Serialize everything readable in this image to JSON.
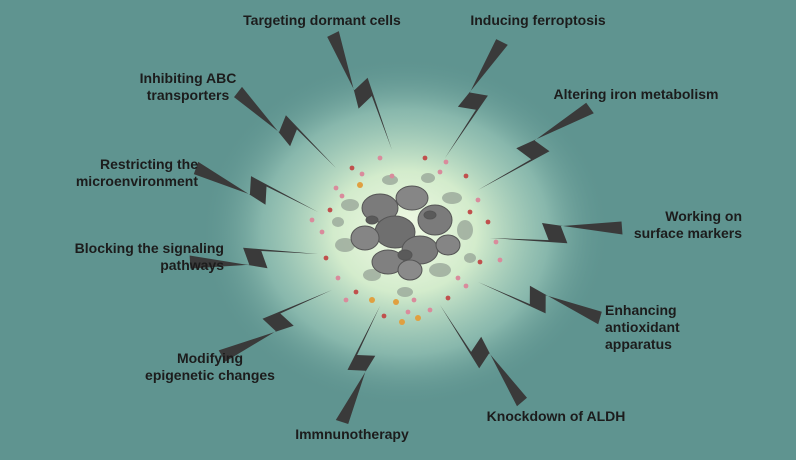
{
  "labels": {
    "dormant": [
      "Targeting dormant cells"
    ],
    "ferroptosis": [
      "Inducing ferroptosis"
    ],
    "abc": [
      "Inhibiting ABC",
      "transporters"
    ],
    "iron": [
      "Altering iron metabolism"
    ],
    "microenv": [
      "Restricting the",
      "microenvironment"
    ],
    "surface": [
      "Working on",
      "surface markers"
    ],
    "signaling": [
      "Blocking the signaling",
      "pathways"
    ],
    "antioxidant": [
      "Enhancing",
      "antioxidant",
      "apparatus"
    ],
    "epigenetic": [
      "Modifying",
      "epigenetic changes"
    ],
    "aldh": [
      "Knockdown of ALDH"
    ],
    "immuno": [
      "Immnunotherapy"
    ]
  },
  "colors": {
    "background": "#5f9490",
    "glow": "#e6f6d8",
    "bolt": "#3a3a3a",
    "cell": "#7b7b7b",
    "debris": "#9aa89a",
    "particle_red": "#c0504d",
    "particle_pink": "#d98b9c",
    "particle_orange": "#e0a040"
  }
}
